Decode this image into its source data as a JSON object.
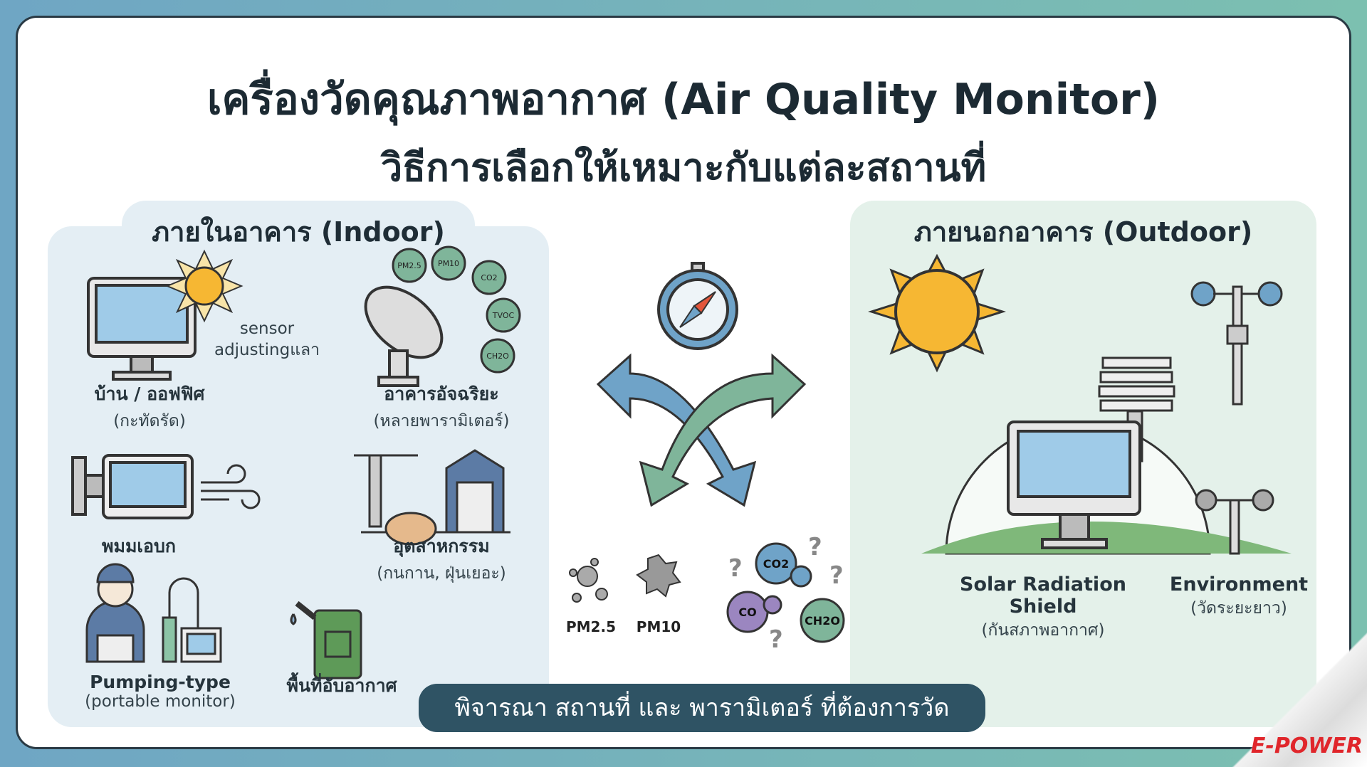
{
  "title": {
    "line1": "เครื่องวัดคุณภาพอากาศ (Air Quality Monitor)",
    "line2": "วิธีการเลือกให้เหมาะกับแต่ละสถานที่"
  },
  "indoor": {
    "heading": "ภายในอาคาร (Indoor)",
    "sensor_note": [
      "sensor",
      "adjustingแลา"
    ],
    "items": [
      {
        "label": "บ้าน / ออฟฟิศ",
        "sub": "(กะทัดรัด)"
      },
      {
        "label": "อาคารอัจฉริยะ",
        "sub": "(หลายพารามิเตอร์)"
      },
      {
        "label": "พมมเอบก",
        "sub": ""
      },
      {
        "label": "อุตสาหกรรม",
        "sub": "(กนกาน, ฝุ่นเยอะ)"
      },
      {
        "label": "Pumping-type",
        "sub": "(portable monitor)"
      },
      {
        "label": "พื้นที่อับอากาศ",
        "sub": ""
      }
    ],
    "bubbles": [
      "PM2.5",
      "PM10",
      "CO2",
      "TVOC",
      "CH2O"
    ]
  },
  "center": {
    "particles": [
      "PM2.5",
      "PM10"
    ],
    "gases": [
      "CO2",
      "CO",
      "CH2O"
    ],
    "question": "?"
  },
  "outdoor": {
    "heading": "ภายนอกอาคาร (Outdoor)",
    "items": [
      {
        "label": "Solar Radiation Shield",
        "sub": "(กันสภาพอากาศ)"
      },
      {
        "label": "Environment",
        "sub": "(วัดระยะยาว)"
      }
    ]
  },
  "footer": {
    "pill": "พิจารณา สถานที่ และ พารามิเตอร์ ที่ต้องการวัด"
  },
  "logo": "E-POWER",
  "colors": {
    "navy": "#2f5364",
    "indoor_bg": "#e4eef4",
    "outdoor_bg": "#e4f1ea",
    "sun": "#f6b733",
    "green": "#7fb59a",
    "blue": "#6fa3c8"
  }
}
